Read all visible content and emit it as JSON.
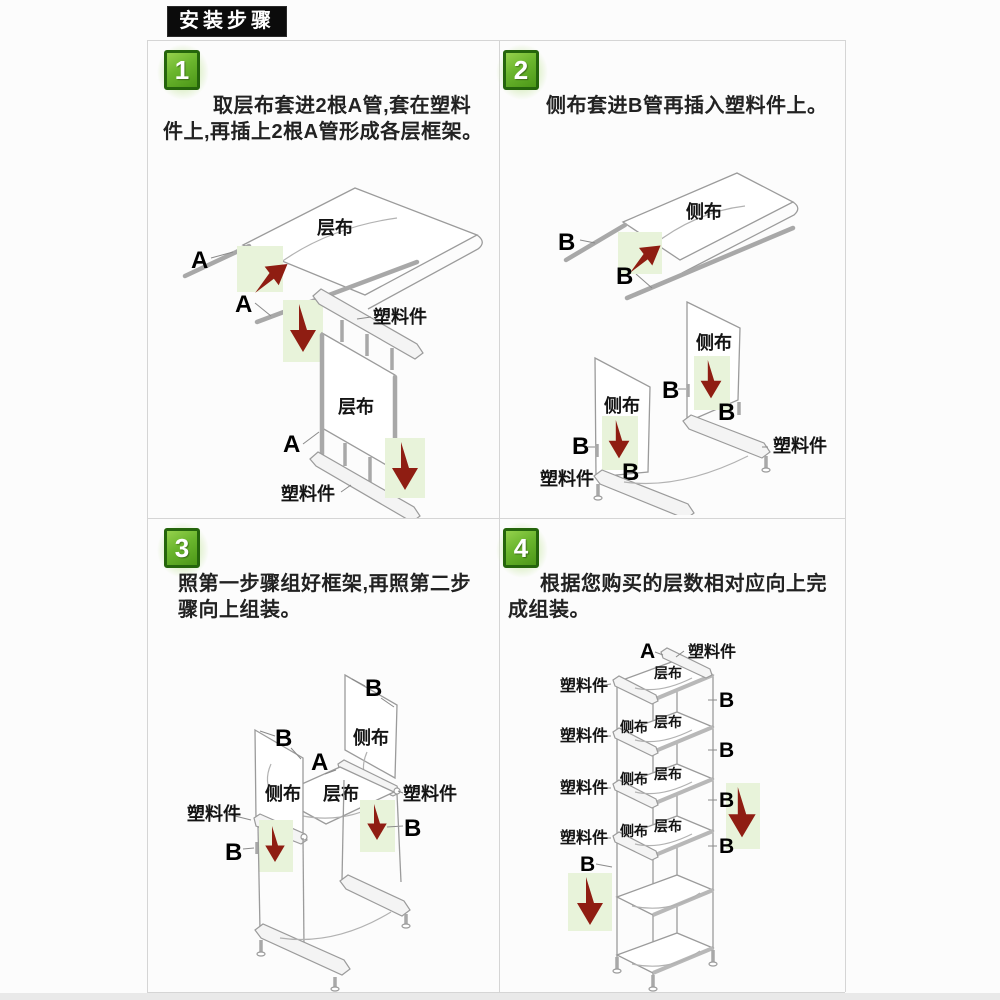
{
  "header": {
    "title": "安装步骤"
  },
  "labels": {
    "layer_cloth": "层布",
    "side_cloth": "侧布",
    "plastic_part": "塑料件",
    "tube_a": "A",
    "tube_b": "B"
  },
  "steps": [
    {
      "number": "1",
      "instruction": "取层布套进2根A管,套在塑料件上,再插上2根A管形成各层框架。"
    },
    {
      "number": "2",
      "instruction": "侧布套进B管再插入塑料件上。"
    },
    {
      "number": "3",
      "instruction": "照第一步骤组好框架,再照第二步骤向上组装。"
    },
    {
      "number": "4",
      "instruction": "根据您购买的层数相对应向上完成组装。"
    }
  ],
  "colors": {
    "step_green": "#6ab52d",
    "step_green_border": "#25650c",
    "arrow_red": "#8f1d12",
    "highlight_green": "#e8f3da",
    "title_bg": "#0b0b0b"
  }
}
